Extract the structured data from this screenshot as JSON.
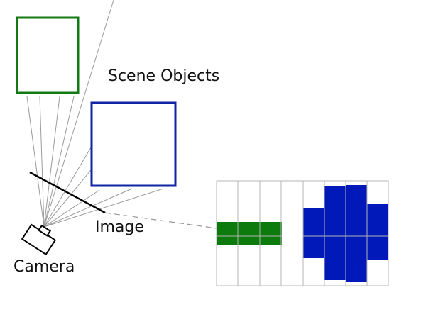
{
  "labels": {
    "scene_objects": "Scene Objects",
    "image": "Image",
    "camera": "Camera"
  },
  "colors": {
    "green_object": "#137a13",
    "blue_object": "#1025a5",
    "green_fill": "#0c7a0c",
    "blue_fill": "#0019b8",
    "ray": "#9a9a9a",
    "image_plane": "#000000",
    "grid": "#b4b4b4",
    "projection_line": "#9a9a9a"
  },
  "icons": {
    "camera": "camera-icon"
  }
}
